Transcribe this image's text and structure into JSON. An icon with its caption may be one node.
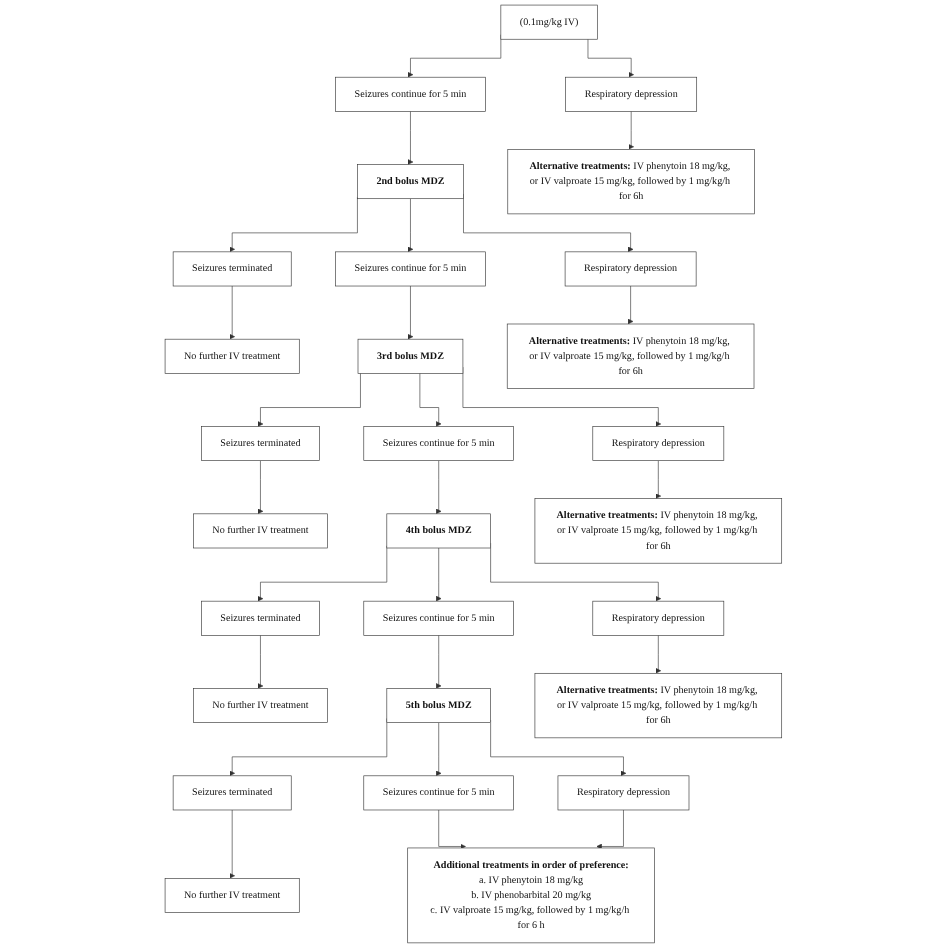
{
  "diagram": {
    "nodes": [
      {
        "text": [
          "(0.1mg/kg IV)"
        ]
      },
      {
        "text": [
          "Respiratory depression"
        ]
      },
      {
        "text": [
          "**Alternative treatments:** IV phenytoin 18 mg/kg, or IV valproate 15 mg/kg, followed by 1 mg/kg/h for 6h"
        ]
      },
      {
        "text": [
          "Seizures continue for 5 min"
        ]
      },
      {
        "text": [
          "2nd bolus MDZ"
        ]
      },
      {
        "text": [
          "Seizures terminated"
        ]
      },
      {
        "text": [
          "No further IV treatment"
        ]
      },
      {
        "text": [
          "Respiratory depression"
        ]
      },
      {
        "text": [
          "**Alternative treatments:** IV phenytoin 18 mg/kg, or IV valproate 15 mg/kg, followed by 1 mg/kg/h for 6h"
        ]
      },
      {
        "text": [
          "Seizures continue for 5 min"
        ]
      },
      {
        "text": [
          "3rd bolus MDZ"
        ]
      },
      {
        "text": [
          "Seizures terminated"
        ]
      },
      {
        "text": [
          "No further IV treatment"
        ]
      },
      {
        "text": [
          "Respiratory depression"
        ]
      },
      {
        "text": [
          "**Alternative treatments:** IV phenytoin 18 mg/kg, or IV valproate 15 mg/kg, followed by 1 mg/kg/h for 6h"
        ]
      },
      {
        "text": [
          "Seizures continue for 5 min"
        ]
      },
      {
        "text": [
          "4th bolus MDZ"
        ]
      },
      {
        "text": [
          "Seizures terminated"
        ]
      },
      {
        "text": [
          "No further IV treatment"
        ]
      },
      {
        "text": [
          "Respiratory depression"
        ]
      },
      {
        "text": [
          "**Alternative treatments:** IV phenytoin 18 mg/kg, or IV valproate 15 mg/kg, followed by 1 mg/kg/h for 6h"
        ]
      },
      {
        "text": [
          "Seizures continue for 5 min"
        ]
      },
      {
        "text": [
          "5th bolus MDZ"
        ]
      },
      {
        "text": [
          "Seizures terminated"
        ]
      },
      {
        "text": [
          "No further IV treatment"
        ]
      },
      {
        "text": [
          "Respiratory depression"
        ]
      },
      {
        "text": [
          "Seizures continue for 5 min"
        ]
      },
      {
        "text": [
          "Additional treatments in order of preference:",
          "a. IV phenytoin 18 mg/kg",
          "b. IV phenobarbital 20 mg/kg",
          "c. IV valproate 15 mg/kg, followed by 1 mg/kg/h for 6 h"
        ]
      }
    ],
    "edges": [
      {
        "from": 0,
        "to": 1,
        "arrow": "to"
      },
      {
        "from": 1,
        "to": 2,
        "arrow": "to"
      },
      {
        "from": 0,
        "to": 3,
        "arrow": "to"
      },
      {
        "from": 3,
        "to": 4,
        "arrow": "to"
      },
      {
        "from": 4,
        "to": 5,
        "arrow": "to"
      },
      {
        "from": 5,
        "to": 6,
        "arrow": "to"
      },
      {
        "from": 4,
        "to": 7,
        "arrow": "to"
      },
      {
        "from": 7,
        "to": 8,
        "arrow": "to"
      },
      {
        "from": 4,
        "to": 9,
        "arrow": "to"
      },
      {
        "from": 9,
        "to": 10,
        "arrow": "to"
      },
      {
        "from": 10,
        "to": 11,
        "arrow": "to"
      },
      {
        "from": 11,
        "to": 12,
        "arrow": "to"
      },
      {
        "from": 10,
        "to": 13,
        "arrow": "to"
      },
      {
        "from": 13,
        "to": 14,
        "arrow": "to"
      },
      {
        "from": 10,
        "to": 15,
        "arrow": "to"
      },
      {
        "from": 15,
        "to": 16,
        "arrow": "to"
      },
      {
        "from": 16,
        "to": 17,
        "arrow": "to"
      },
      {
        "from": 17,
        "to": 18,
        "arrow": "to"
      },
      {
        "from": 16,
        "to": 19,
        "arrow": "to"
      },
      {
        "from": 19,
        "to": 20,
        "arrow": "to"
      },
      {
        "from": 16,
        "to": 21,
        "arrow": "to"
      },
      {
        "from": 21,
        "to": 22,
        "arrow": "to"
      },
      {
        "from": 22,
        "to": 23,
        "arrow": "to"
      },
      {
        "from": 23,
        "to": 24,
        "arrow": "to"
      },
      {
        "from": 22,
        "to": 25,
        "arrow": "to"
      },
      {
        "from": 22,
        "to": 26,
        "arrow": "to"
      },
      {
        "from": 26,
        "to": 27,
        "arrow": "to"
      },
      {
        "from": 25,
        "to": 27,
        "arrow": "to"
      }
    ]
  }
}
